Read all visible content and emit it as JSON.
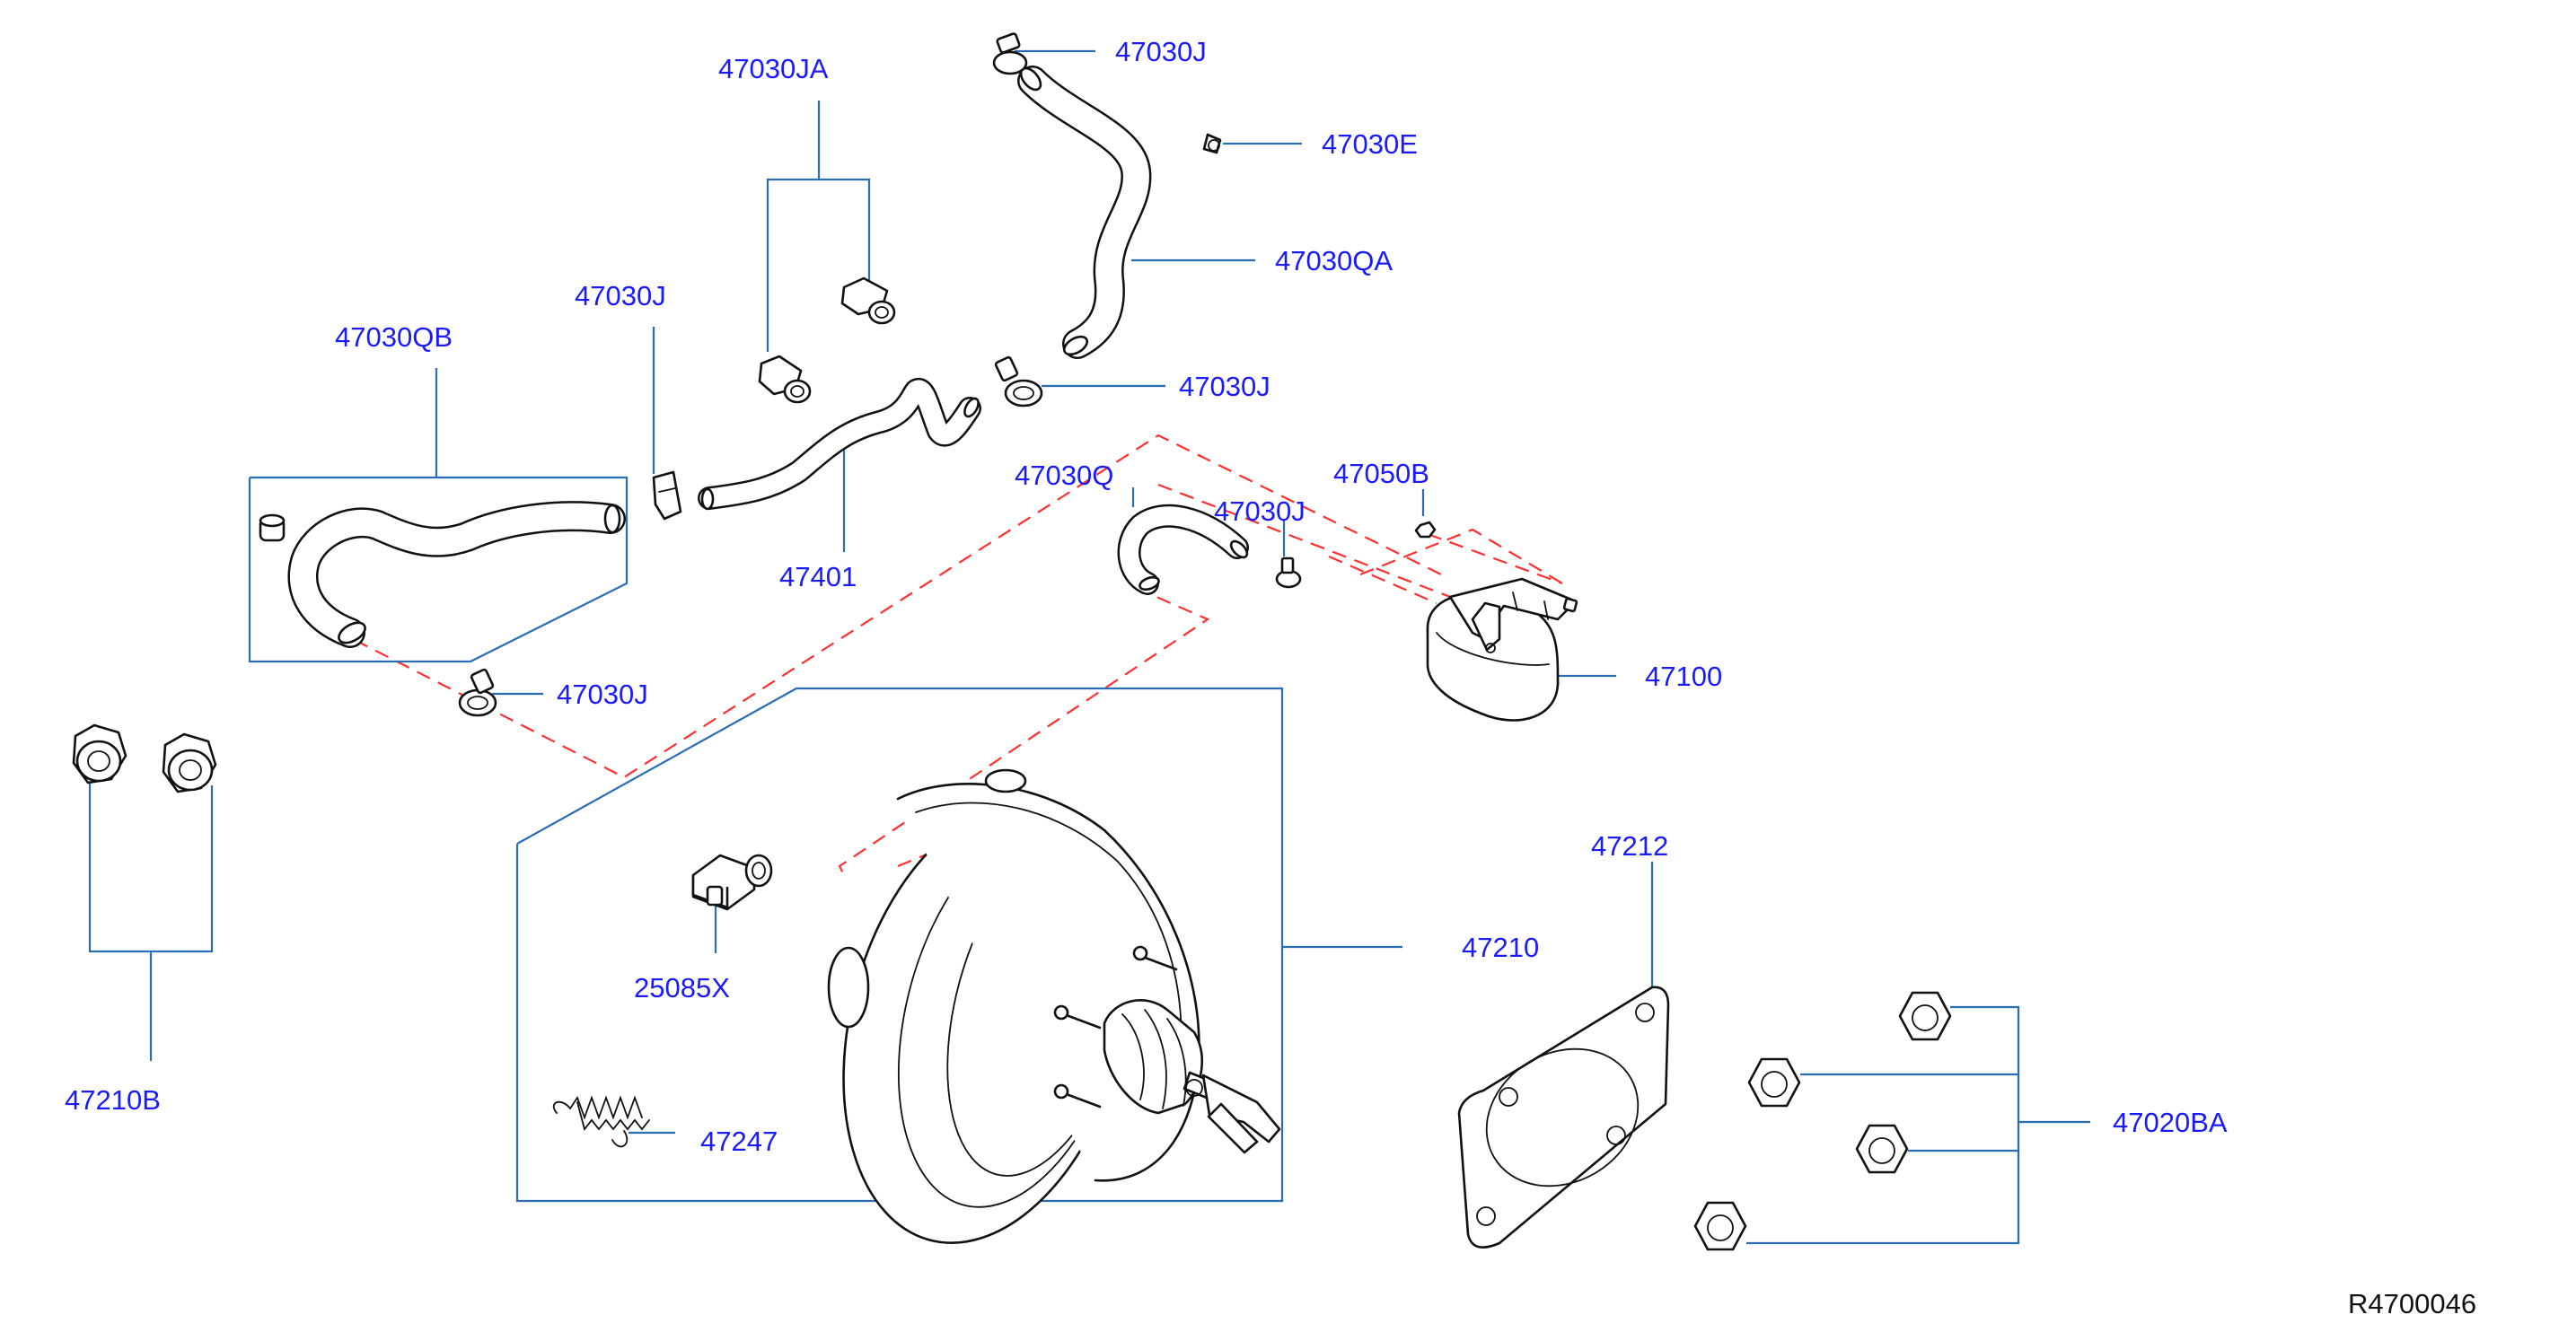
{
  "colors": {
    "label": "#1a1aff",
    "leader": "#2a6db5",
    "dashed": "#ff3030",
    "ink": "#111111"
  },
  "labels": {
    "p47030JA": "47030JA",
    "p47030J_top": "47030J",
    "p47030E": "47030E",
    "p47030QA": "47030QA",
    "p47030J_left": "47030J",
    "p47030QB": "47030QB",
    "p47030J_mid": "47030J",
    "p47030Q": "47030Q",
    "p47030J_center": "47030J",
    "p47050B": "47050B",
    "p47401": "47401",
    "p47100": "47100",
    "p47030J_low": "47030J",
    "p47212": "47212",
    "p47210": "47210",
    "p25085X": "25085X",
    "p47210B": "47210B",
    "p47020BA": "47020BA",
    "p47247": "47247",
    "diagram_code": "R4700046"
  }
}
